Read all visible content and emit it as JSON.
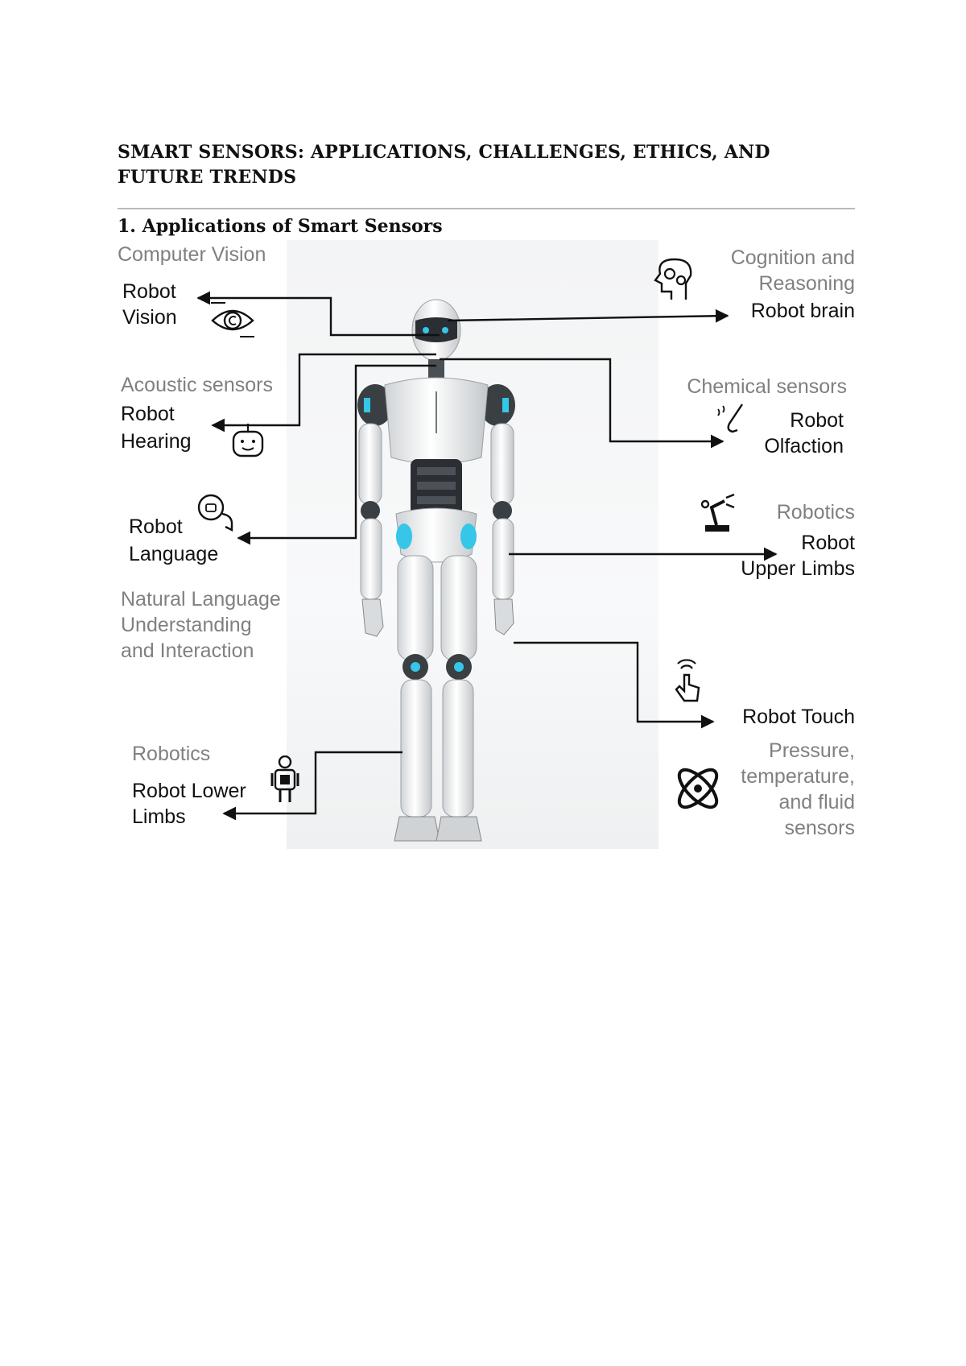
{
  "document": {
    "title_line1": "SMART SENSORS: APPLICATIONS, CHALLENGES, ETHICS, AND",
    "title_line2": "FUTURE TRENDS",
    "section_heading": "1. Applications of Smart Sensors"
  },
  "diagram": {
    "vision": {
      "category": "Computer Vision",
      "line1": "Robot",
      "line2": "Vision",
      "icon": "eye-icon"
    },
    "brain": {
      "category_line1": "Cognition and",
      "category_line2": "Reasoning",
      "label": "Robot brain",
      "icon": "gears-head-icon"
    },
    "hearing": {
      "category": "Acoustic sensors",
      "line1": "Robot",
      "line2": "Hearing",
      "icon": "robot-face-icon"
    },
    "olfaction": {
      "category": "Chemical sensors",
      "line1": "Robot",
      "line2": "Olfaction",
      "icon": "nose-icon"
    },
    "language": {
      "line1": "Robot",
      "line2": "Language",
      "category_line1": "Natural Language",
      "category_line2": "Understanding",
      "category_line3": "and Interaction",
      "icon": "chat-bubbles-icon"
    },
    "upper_limbs": {
      "category": "Robotics",
      "line1": "Robot",
      "line2": "Upper Limbs",
      "icon": "robot-arm-icon"
    },
    "touch": {
      "label": "Robot Touch",
      "category_line1": "Pressure,",
      "category_line2": "temperature,",
      "category_line3": "and fluid",
      "category_line4": "sensors",
      "icon": "touch-hand-icon",
      "icon2": "atom-icon"
    },
    "lower_limbs": {
      "category": "Robotics",
      "line1": "Robot Lower",
      "line2": "Limbs",
      "icon": "walking-robot-icon"
    },
    "colors": {
      "label": "#111111",
      "category": "#808080",
      "accent": "#35c6e8"
    }
  }
}
